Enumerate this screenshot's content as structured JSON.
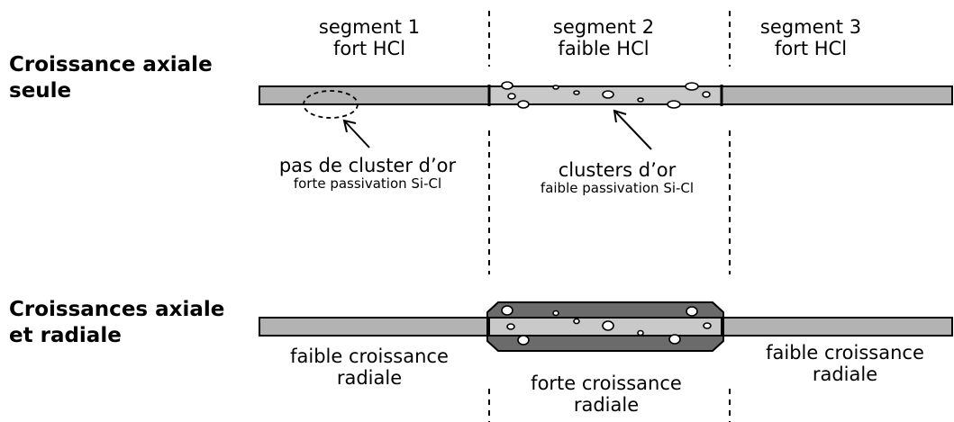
{
  "row1": {
    "title_line1": "Croissance axiale",
    "title_line2": "seule"
  },
  "row2": {
    "title_line1": "Croissances axiale",
    "title_line2": "et radiale"
  },
  "segments": [
    {
      "name": "segment 1",
      "hcl": "fort HCl"
    },
    {
      "name": "segment 2",
      "hcl": "faible HCl"
    },
    {
      "name": "segment 3",
      "hcl": "fort HCl"
    }
  ],
  "annotations": {
    "no_cluster": {
      "main": "pas de cluster d’or",
      "sub": "forte passivation Si-Cl"
    },
    "clusters": {
      "main": "clusters d’or",
      "sub": "faible passivation Si-Cl"
    }
  },
  "growth": {
    "left": {
      "line1": "faible croissance",
      "line2": "radiale"
    },
    "middle": {
      "line1": "forte croissance",
      "line2": "radiale"
    },
    "right": {
      "line1": "faible croissance",
      "line2": "radiale"
    }
  },
  "colors": {
    "rod": "#b3b3b3",
    "rod_mid": "#c9c9c9",
    "shell": "#6b6b6b",
    "stroke": "#000000"
  }
}
